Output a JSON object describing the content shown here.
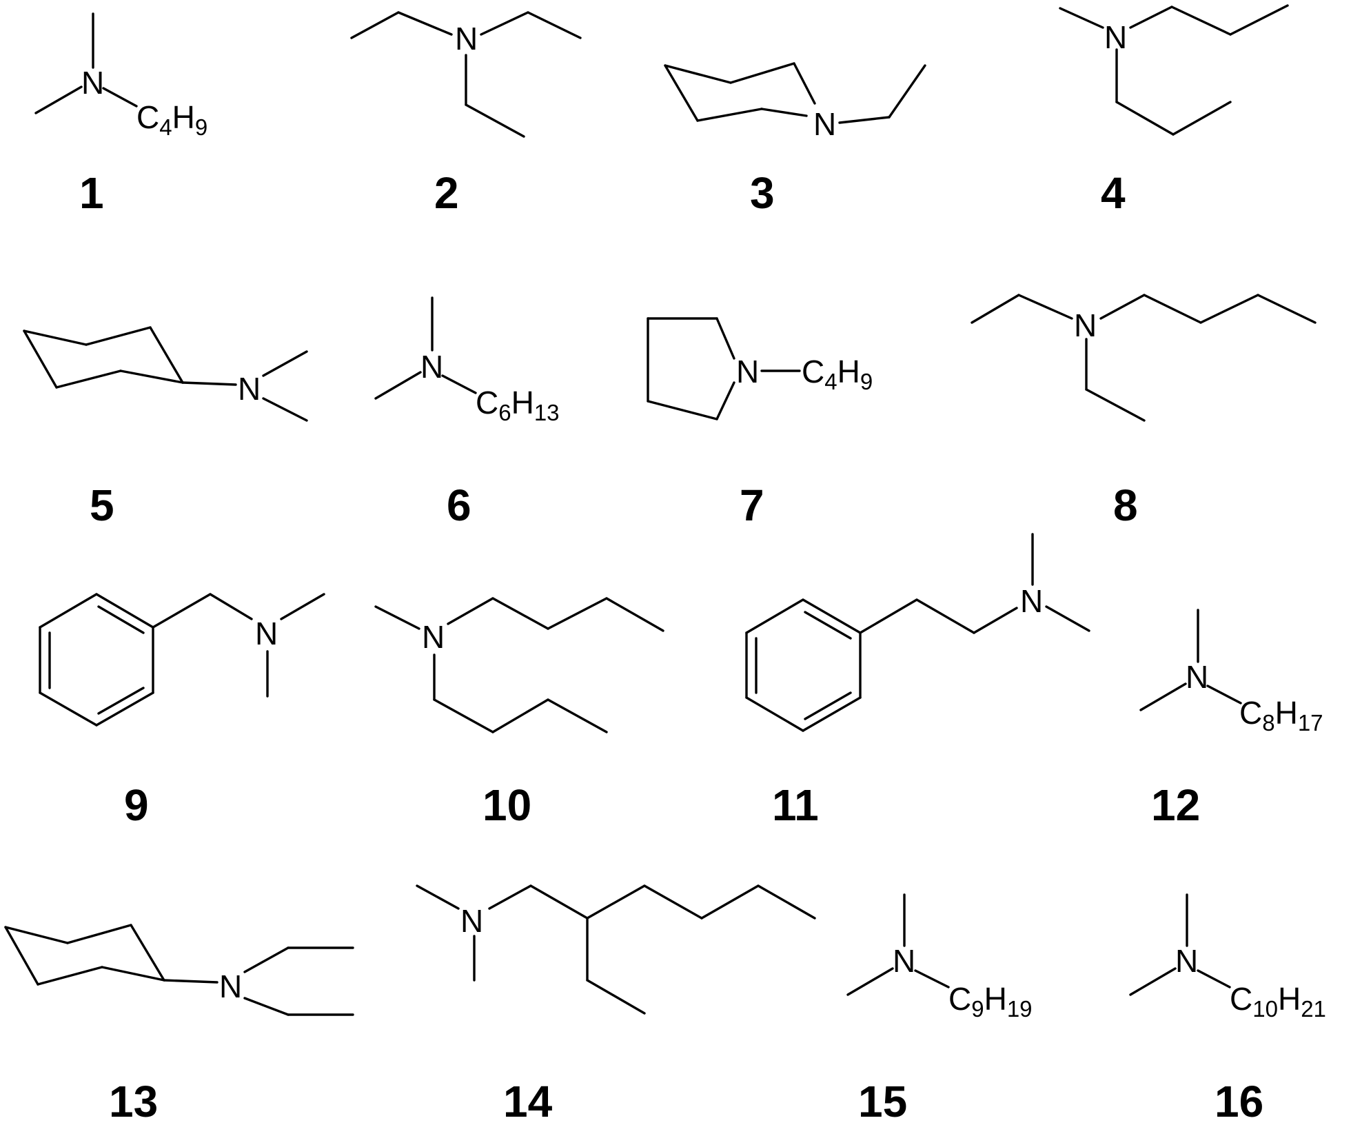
{
  "compounds": [
    {
      "number": "1",
      "nitrogen": "N",
      "group": {
        "c": "C",
        "cn": "4",
        "h": "H",
        "hn": "9"
      }
    },
    {
      "number": "2",
      "nitrogen": "N"
    },
    {
      "number": "3",
      "nitrogen": "N"
    },
    {
      "number": "4",
      "nitrogen": "N"
    },
    {
      "number": "5",
      "nitrogen": "N"
    },
    {
      "number": "6",
      "nitrogen": "N",
      "group": {
        "c": "C",
        "cn": "6",
        "h": "H",
        "hn": "13"
      }
    },
    {
      "number": "7",
      "nitrogen": "N",
      "group": {
        "c": "C",
        "cn": "4",
        "h": "H",
        "hn": "9"
      }
    },
    {
      "number": "8",
      "nitrogen": "N"
    },
    {
      "number": "9",
      "nitrogen": "N"
    },
    {
      "number": "10",
      "nitrogen": "N"
    },
    {
      "number": "11",
      "nitrogen": "N"
    },
    {
      "number": "12",
      "nitrogen": "N",
      "group": {
        "c": "C",
        "cn": "8",
        "h": "H",
        "hn": "17"
      }
    },
    {
      "number": "13",
      "nitrogen": "N"
    },
    {
      "number": "14",
      "nitrogen": "N"
    },
    {
      "number": "15",
      "nitrogen": "N",
      "group": {
        "c": "C",
        "cn": "9",
        "h": "H",
        "hn": "19"
      }
    },
    {
      "number": "16",
      "nitrogen": "N",
      "group": {
        "c": "C",
        "cn": "10",
        "h": "H",
        "hn": "21"
      }
    }
  ]
}
